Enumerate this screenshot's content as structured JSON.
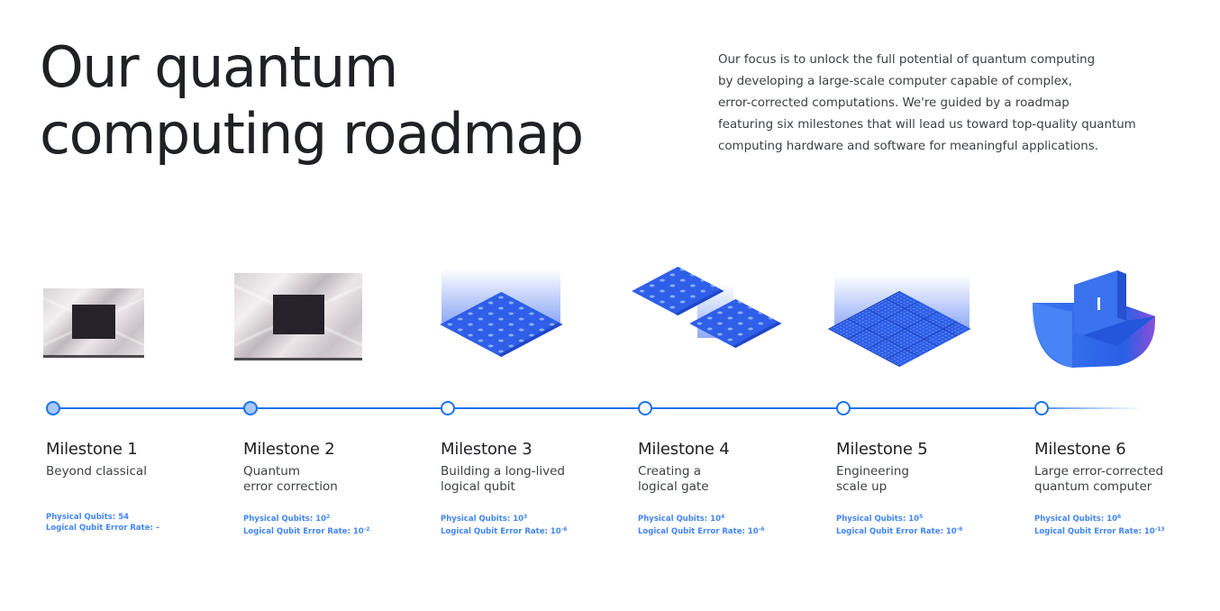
{
  "header": {
    "title_line1": "Our quantum",
    "title_line2": "computing roadmap"
  },
  "intro": {
    "lines": [
      "Our focus is to unlock the full potential of quantum computing",
      "by developing a large-scale computer capable of complex,",
      "error-corrected computations. We're guided by a roadmap",
      "featuring six milestones that will lead us toward top-quality quantum",
      "computing hardware and software for meaningful applications."
    ]
  },
  "colors": {
    "timeline": "#1a73e8",
    "stats_text": "#4285f4",
    "node_fill_completed": "#a8c7fa",
    "heading": "#202124"
  },
  "milestones": [
    {
      "title": "Milestone 1",
      "desc_line1": "Beyond classical",
      "desc_line2": "",
      "physical_label": "Physical Qubits: ",
      "physical_value": "54",
      "physical_exp": "",
      "error_label": "Logical Qubit Error Rate: ",
      "error_value": "–",
      "error_exp": "",
      "completed": true,
      "image": "sycamore-chip-image"
    },
    {
      "title": "Milestone 2",
      "desc_line1": "Quantum",
      "desc_line2": "error correction",
      "physical_label": "Physical Qubits: ",
      "physical_value": "10",
      "physical_exp": "2",
      "error_label": "Logical Qubit Error Rate: ",
      "error_value": "10",
      "error_exp": "-2",
      "completed": true,
      "image": "error-correction-chip-image"
    },
    {
      "title": "Milestone 3",
      "desc_line1": "Building a long-lived",
      "desc_line2": "logical qubit",
      "physical_label": "Physical Qubits: ",
      "physical_value": "10",
      "physical_exp": "3",
      "error_label": "Logical Qubit Error Rate: ",
      "error_value": "10",
      "error_exp": "-6",
      "completed": false,
      "image": "logical-qubit-tile-image"
    },
    {
      "title": "Milestone 4",
      "desc_line1": "Creating a",
      "desc_line2": "logical gate",
      "physical_label": "Physical Qubits: ",
      "physical_value": "10",
      "physical_exp": "4",
      "error_label": "Logical Qubit Error Rate: ",
      "error_value": "10",
      "error_exp": "-6",
      "completed": false,
      "image": "logical-gate-tiles-image"
    },
    {
      "title": "Milestone 5",
      "desc_line1": "Engineering",
      "desc_line2": "scale up",
      "physical_label": "Physical Qubits: ",
      "physical_value": "10",
      "physical_exp": "5",
      "error_label": "Logical Qubit Error Rate: ",
      "error_value": "10",
      "error_exp": "-6",
      "completed": false,
      "image": "scale-up-grid-image"
    },
    {
      "title": "Milestone 6",
      "desc_line1": "Large error-corrected",
      "desc_line2": "quantum computer",
      "physical_label": "Physical Qubits: ",
      "physical_value": "10",
      "physical_exp": "6",
      "error_label": "Logical Qubit Error Rate: ",
      "error_value": "10",
      "error_exp": "-13",
      "completed": false,
      "image": "quantum-computer-image"
    }
  ]
}
